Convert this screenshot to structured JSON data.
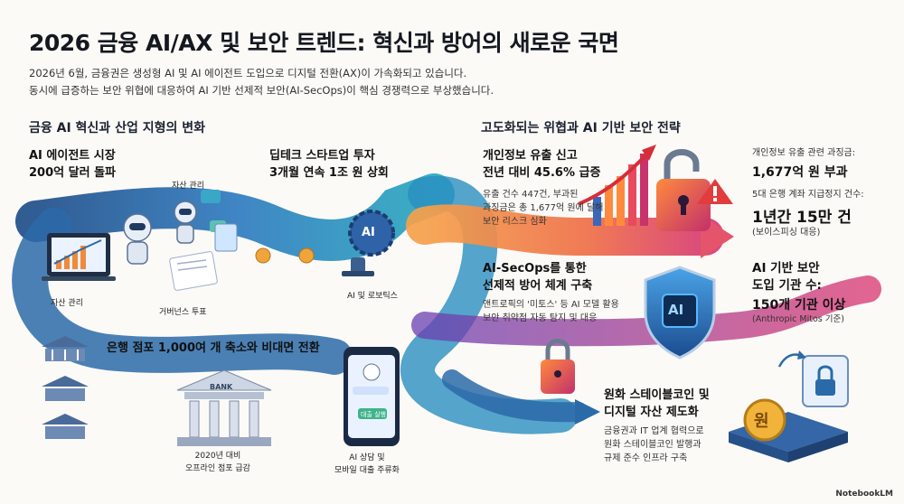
{
  "title": "2026 금융 AI/AX 및 보안 트렌드: 혁신과 방어의 새로운 국면",
  "subtitle_lines": [
    "2026년 6월, 금융권은 생성형 AI 및 AI 에이전트 도입으로 디지털 전환(AX)이 가속화되고 있습니다.",
    "동시에 급증하는 보안 위협에 대응하여 AI 기반 선제적 보안(AI-SecOps)이 핵심 경쟁력으로 부상했습니다."
  ],
  "left": {
    "section_title": "금융 AI 혁신과 산업 지형의 변화",
    "agent_market": [
      "AI 에이전트 시장",
      "200억 달러 돌파"
    ],
    "deeptech": [
      "딥테크 스타트업 투자",
      "3개월 연속 1조 원 상회"
    ],
    "asset_mgmt_top": "자산 관리",
    "asset_mgmt_bottom": "자산 관리",
    "governance_vote": "거버넌스 투표",
    "ai_robotics": "AI 및 로보틱스",
    "ai_chip_label": "AI",
    "branch_cut": "은행 점포 1,000여 개 축소와 비대면 전환",
    "bank_label": "BANK",
    "offline_drop": [
      "2020년 대비",
      "오프라인 점포 급감"
    ],
    "ai_consult": [
      "AI 상담 및",
      "모바일 대출 주류화"
    ],
    "phone_chip": "대출 실행"
  },
  "right": {
    "section_title": "고도화되는 위협과 AI 기반 보안 전략",
    "breach": {
      "head": [
        "개인정보 유출 신고",
        "전년 대비 45.6% 급증"
      ],
      "body": [
        "유출 건수 447건, 부과된",
        "과징금은 총 1,677억 원에 달해",
        "보안 리스크 심화"
      ]
    },
    "penalty": {
      "label": "개인정보 유출 관련 과징금:",
      "value": "1,677억 원 부과"
    },
    "suspension": {
      "label": "5대 은행 계좌 지급정지 건수:",
      "value": "1년간 15만 건",
      "note": "(보이스피싱 대응)"
    },
    "secops": {
      "head": [
        "AI-SecOps를 통한",
        "선제적 방어 체계 구축"
      ],
      "body": [
        "앤트로픽의 '미토스' 등 AI 모델 활용",
        "보안 취약점 자동 탐지 및 대응"
      ]
    },
    "shield_label": "AI",
    "adoption": {
      "head": [
        "AI 기반 보안",
        "도입 기관 수:"
      ],
      "value": "150개 기관 이상",
      "note": "(Anthropic Mitos 기준)"
    },
    "stablecoin": {
      "head": [
        "원화 스테이블코인 및",
        "디지털 자산 제도화"
      ],
      "body": [
        "금융권과 IT 업계 협력으로",
        "원화 스테이블코인 발행과",
        "규제 준수 인프라 구축"
      ]
    },
    "coin_glyph": "원"
  },
  "footer": "NotebookLM",
  "colors": {
    "path_blue": "#2b6aa8",
    "path_teal": "#29a3b8",
    "path_orange": "#f08a3c",
    "path_pink": "#d8336f",
    "accent_red": "#d62f3a"
  }
}
